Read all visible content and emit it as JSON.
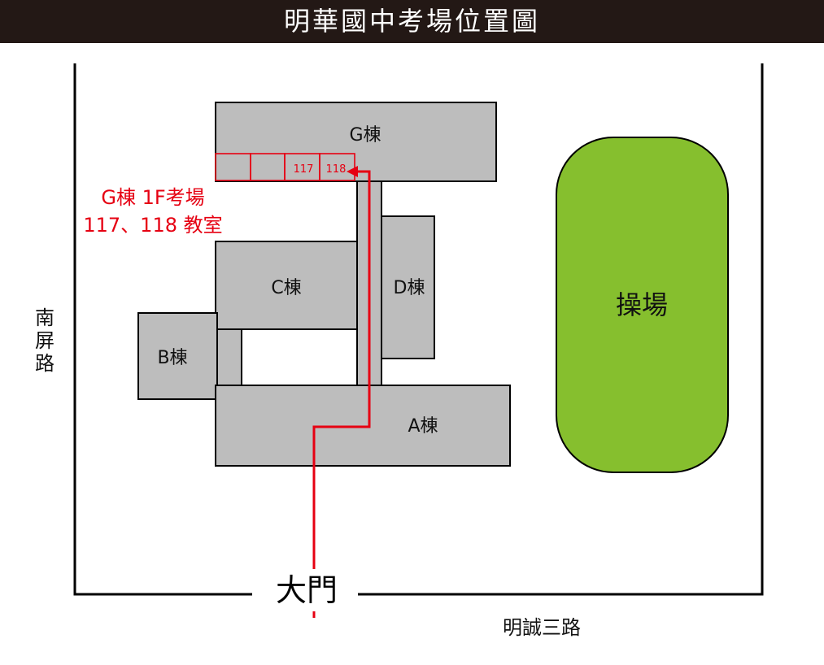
{
  "title": "明華國中考場位置圖",
  "buildings": {
    "g": "G棟",
    "c": "C棟",
    "d": "D棟",
    "b": "B棟",
    "a": "A棟"
  },
  "rooms": [
    "",
    "",
    "117",
    "118"
  ],
  "exam_note": {
    "line1": "G棟 1F考場",
    "line2": "117、118 教室"
  },
  "playground": "操場",
  "gate": "大門",
  "roads": {
    "left": "南屏路",
    "bottom": "明誠三路"
  },
  "colors": {
    "header_bg": "#231815",
    "building": "#bdbdbd",
    "playground": "#86bf2e",
    "route": "#e60012"
  }
}
